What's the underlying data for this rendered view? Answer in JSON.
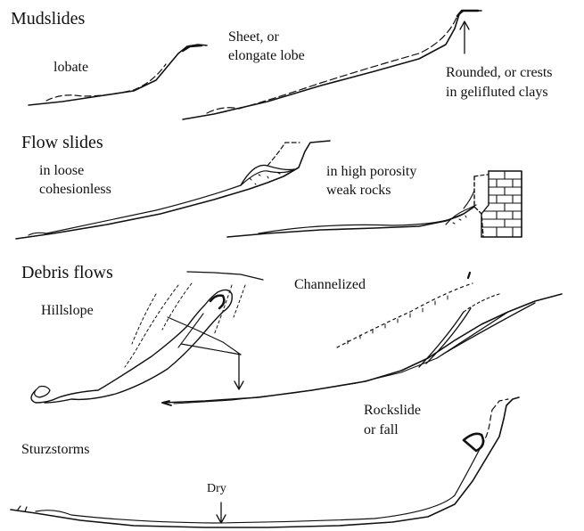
{
  "sections": {
    "mudslides": {
      "title": "Mudslides",
      "labels": {
        "lobate": "lobate",
        "sheet_line1": "Sheet, or",
        "sheet_line2": "elongate lobe",
        "rounded_line1": "Rounded, or crests",
        "rounded_line2": "in gelifluted clays"
      }
    },
    "flow_slides": {
      "title": "Flow slides",
      "labels": {
        "loose_line1": "in loose",
        "loose_line2": "cohesionless",
        "porosity_line1": "in high porosity",
        "porosity_line2": "weak rocks"
      }
    },
    "debris_flows": {
      "title": "Debris flows",
      "labels": {
        "hillslope": "Hillslope",
        "channelized": "Channelized"
      }
    },
    "sturzstorms": {
      "title": "Sturzstorms",
      "labels": {
        "rockslide_line1": "Rockslide",
        "rockslide_line2": "or fall",
        "dry": "Dry"
      }
    }
  }
}
